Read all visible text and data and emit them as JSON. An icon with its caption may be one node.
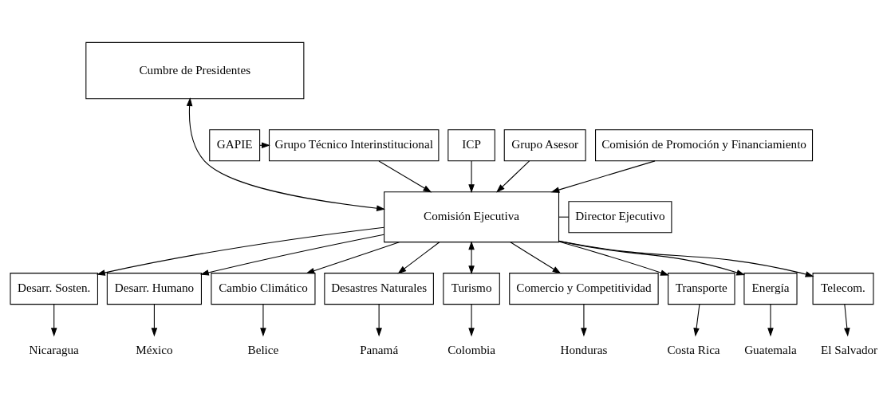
{
  "diagram": {
    "nodes": [
      {
        "text": [
          "Cumbre de Presidentes"
        ]
      },
      {
        "text": [
          "Grupo Técnico Interinstitucional"
        ]
      },
      {
        "text": [
          "GAPIE"
        ]
      },
      {
        "text": [
          "Comisión Ejecutiva"
        ]
      },
      {
        "text": [
          "ICP"
        ]
      },
      {
        "text": [
          "Grupo Asesor"
        ]
      },
      {
        "text": [
          "Comisión de Promoción y Financiamiento"
        ]
      },
      {
        "text": [
          "Director Ejecutivo"
        ]
      },
      {
        "text": [
          "Desarr. Sosten."
        ]
      },
      {
        "text": [
          "Desarr. Humano"
        ]
      },
      {
        "text": [
          "Cambio Climático"
        ]
      },
      {
        "text": [
          "Desastres Naturales"
        ]
      },
      {
        "text": [
          "Turismo"
        ]
      },
      {
        "text": [
          "Comercio y Competitividad"
        ]
      },
      {
        "text": [
          "Transporte"
        ]
      },
      {
        "text": [
          "Energía"
        ]
      },
      {
        "text": [
          "Telecom."
        ]
      },
      {
        "text": [
          "Nicaragua"
        ]
      },
      {
        "text": [
          "México"
        ]
      },
      {
        "text": [
          "Belice"
        ]
      },
      {
        "text": [
          "Panamá"
        ]
      },
      {
        "text": [
          "Colombia"
        ]
      },
      {
        "text": [
          "Honduras"
        ]
      },
      {
        "text": [
          "Costa Rica"
        ]
      },
      {
        "text": [
          "Guatemala"
        ]
      },
      {
        "text": [
          "El Salvador"
        ]
      }
    ],
    "edges": [
      {
        "from": 0,
        "to": 3,
        "arrow": "both"
      },
      {
        "from": 2,
        "to": 1,
        "arrow": "to"
      },
      {
        "from": 1,
        "to": 3,
        "arrow": "to"
      },
      {
        "from": 6,
        "to": 3,
        "arrow": "to"
      },
      {
        "from": 4,
        "to": 3,
        "arrow": "to"
      },
      {
        "from": 5,
        "to": 3,
        "arrow": "to"
      },
      {
        "from": 3,
        "to": 7,
        "arrow": "none"
      },
      {
        "from": 3,
        "to": 8,
        "arrow": "to"
      },
      {
        "from": 3,
        "to": 9,
        "arrow": "to"
      },
      {
        "from": 3,
        "to": 10,
        "arrow": "to"
      },
      {
        "from": 3,
        "to": 11,
        "arrow": "to"
      },
      {
        "from": 3,
        "to": 12,
        "arrow": "both"
      },
      {
        "from": 3,
        "to": 13,
        "arrow": "to"
      },
      {
        "from": 3,
        "to": 14,
        "arrow": "to"
      },
      {
        "from": 3,
        "to": 15,
        "arrow": "to"
      },
      {
        "from": 3,
        "to": 16,
        "arrow": "to"
      },
      {
        "from": 8,
        "to": 17,
        "arrow": "to"
      },
      {
        "from": 9,
        "to": 18,
        "arrow": "to"
      },
      {
        "from": 10,
        "to": 19,
        "arrow": "to"
      },
      {
        "from": 11,
        "to": 20,
        "arrow": "to"
      },
      {
        "from": 12,
        "to": 21,
        "arrow": "to"
      },
      {
        "from": 13,
        "to": 22,
        "arrow": "to"
      },
      {
        "from": 14,
        "to": 23,
        "arrow": "to"
      },
      {
        "from": 15,
        "to": 24,
        "arrow": "to"
      },
      {
        "from": 16,
        "to": 25,
        "arrow": "to"
      }
    ]
  }
}
